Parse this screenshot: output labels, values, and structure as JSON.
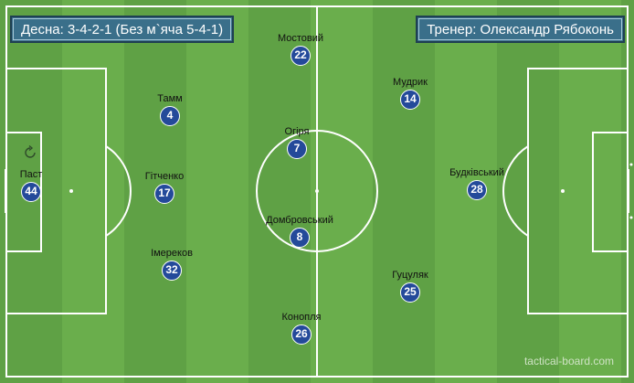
{
  "formation_label": "Десна: 3-4-2-1 (Без м`яча 5-4-1)",
  "coach_label": "Тренер: Олександр Рябоконь",
  "watermark": "tactical-board.com",
  "players": [
    {
      "name": "Паст",
      "number": "44"
    },
    {
      "name": "Тамм",
      "number": "4"
    },
    {
      "name": "Гітченко",
      "number": "17"
    },
    {
      "name": "Імереков",
      "number": "32"
    },
    {
      "name": "Мостовий",
      "number": "22"
    },
    {
      "name": "Огіря",
      "number": "7"
    },
    {
      "name": "Домбровський",
      "number": "8"
    },
    {
      "name": "Конопля",
      "number": "26"
    },
    {
      "name": "Мудрик",
      "number": "14"
    },
    {
      "name": "Будківський",
      "number": "28"
    },
    {
      "name": "Гуцуляк",
      "number": "25"
    }
  ]
}
